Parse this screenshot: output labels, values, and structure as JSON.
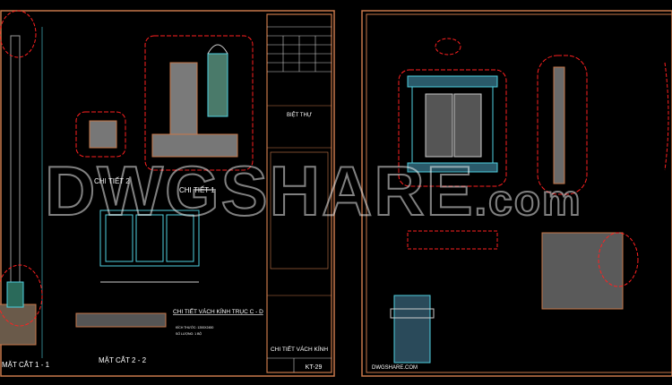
{
  "watermark": {
    "main": "DWGSHARE",
    "suffix": ".com"
  },
  "left_sheet": {
    "labels": {
      "detail_1": "CHI TIẾT 1",
      "detail_2": "CHI TIẾT 2",
      "section_1": "MẶT CẮT 1 - 1",
      "section_2": "MẶT CẮT 2 - 2"
    },
    "notes": {
      "title": "CHI TIẾT VÁCH KÍNH TRỤC C - D",
      "line1": "KÍCH THƯỚC: 1200X2450",
      "line2": "SỐ LƯỢNG: 1 BỘ"
    },
    "title_block": {
      "project_name": "BIỆT THỰ",
      "drawing_name": "CHI TIẾT VÁCH KÍNH",
      "sheet_no": "KT-29"
    }
  },
  "right_sheet": {
    "footer": "DWGSHARE.COM"
  },
  "colors": {
    "background": "#000000",
    "border": "#c8784a",
    "red": "#ff2020",
    "cyan": "#4fd0e0",
    "hatch": "#9a9a9a"
  }
}
